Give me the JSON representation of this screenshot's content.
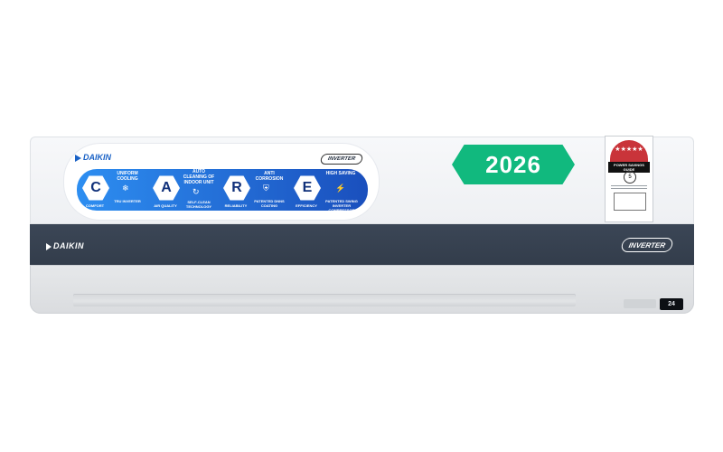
{
  "brand": {
    "name": "DAIKIN",
    "inverter": "INVERTER"
  },
  "badge": {
    "year": "2026",
    "color": "#11b97e"
  },
  "care": {
    "letters": [
      "C",
      "A",
      "R",
      "E"
    ],
    "headings": [
      "UNIFORM COOLING",
      "AUTO CLEANING OF INDOOR UNIT",
      "ANTI CORROSION",
      "HIGH SAVING"
    ],
    "labels": [
      "COMFORT",
      "AIR QUALITY",
      "RELIABILITY",
      "EFFICIENCY"
    ],
    "features": [
      "TRU INVERTER",
      "SELF-CLEAN TECHNOLOGY",
      "PATENTED DNNS COATING",
      "PATENTED SWING INVERTER COMPRESSOR"
    ],
    "colors": {
      "strip": "#1a4fbd",
      "hex_text": "#10307a"
    }
  },
  "energy_label": {
    "stars": "★★★★★",
    "title": "POWER SAVINGS GUIDE",
    "rating": "5"
  },
  "display": {
    "readout": "24"
  },
  "colors": {
    "band": "#353f4d",
    "body": "#e3e5e8"
  }
}
